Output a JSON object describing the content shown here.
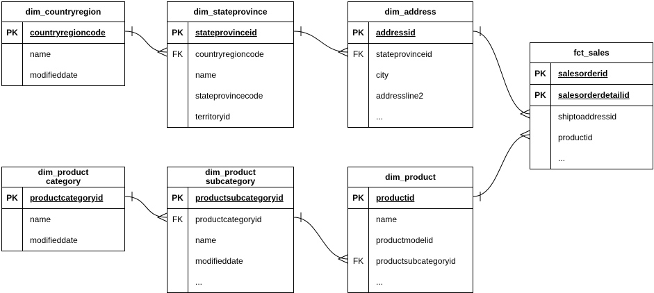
{
  "tables": [
    {
      "title": "dim_countryregion",
      "key_rows": [
        {
          "key": "PK",
          "field": "countryregioncode"
        }
      ],
      "rows": [
        {
          "key": "",
          "field": "name"
        },
        {
          "key": "",
          "field": "modifieddate"
        }
      ]
    },
    {
      "title": "dim_stateprovince",
      "key_rows": [
        {
          "key": "PK",
          "field": "stateprovinceid"
        }
      ],
      "rows": [
        {
          "key": "FK",
          "field": "countryregioncode"
        },
        {
          "key": "",
          "field": "name"
        },
        {
          "key": "",
          "field": "stateprovincecode"
        },
        {
          "key": "",
          "field": "territoryid"
        }
      ]
    },
    {
      "title": "dim_address",
      "key_rows": [
        {
          "key": "PK",
          "field": "addressid"
        }
      ],
      "rows": [
        {
          "key": "FK",
          "field": "stateprovinceid"
        },
        {
          "key": "",
          "field": "city"
        },
        {
          "key": "",
          "field": "addressline2"
        },
        {
          "key": "",
          "field": "..."
        }
      ]
    },
    {
      "title": "fct_sales",
      "key_rows": [
        {
          "key": "PK",
          "field": "salesorderid"
        },
        {
          "key": "PK",
          "field": "salesorderdetailid"
        }
      ],
      "rows": [
        {
          "key": "",
          "field": "shiptoaddressid"
        },
        {
          "key": "",
          "field": "productid"
        },
        {
          "key": "",
          "field": "..."
        }
      ]
    },
    {
      "title": "dim_product\ncategory",
      "key_rows": [
        {
          "key": "PK",
          "field": "productcategoryid"
        }
      ],
      "rows": [
        {
          "key": "",
          "field": "name"
        },
        {
          "key": "",
          "field": "modifieddate"
        }
      ]
    },
    {
      "title": "dim_product\nsubcategory",
      "key_rows": [
        {
          "key": "PK",
          "field": "productsubcategoryid"
        }
      ],
      "rows": [
        {
          "key": "FK",
          "field": "productcategoryid"
        },
        {
          "key": "",
          "field": "name"
        },
        {
          "key": "",
          "field": "modifieddate"
        },
        {
          "key": "",
          "field": "..."
        }
      ]
    },
    {
      "title": "dim_product",
      "key_rows": [
        {
          "key": "PK",
          "field": "productid"
        }
      ],
      "rows": [
        {
          "key": "",
          "field": "name"
        },
        {
          "key": "",
          "field": "productmodelid"
        },
        {
          "key": "FK",
          "field": "productsubcategoryid"
        },
        {
          "key": "",
          "field": "..."
        }
      ]
    }
  ],
  "connectors": [
    {
      "from_table": "dim_countryregion",
      "from_field": "countryregioncode",
      "to_table": "dim_stateprovince",
      "to_field": "countryregioncode",
      "cardinality": "one-to-many"
    },
    {
      "from_table": "dim_stateprovince",
      "from_field": "stateprovinceid",
      "to_table": "dim_address",
      "to_field": "stateprovinceid",
      "cardinality": "one-to-many"
    },
    {
      "from_table": "dim_address",
      "from_field": "addressid",
      "to_table": "fct_sales",
      "to_field": "shiptoaddressid",
      "cardinality": "one-to-many"
    },
    {
      "from_table": "dim_product",
      "from_field": "productid",
      "to_table": "fct_sales",
      "to_field": "productid",
      "cardinality": "one-to-many"
    },
    {
      "from_table": "dim_productcategory",
      "from_field": "productcategoryid",
      "to_table": "dim_productsubcategory",
      "to_field": "productcategoryid",
      "cardinality": "one-to-many"
    },
    {
      "from_table": "dim_productsubcategory",
      "from_field": "productsubcategoryid",
      "to_table": "dim_product",
      "to_field": "productsubcategoryid",
      "cardinality": "one-to-many"
    }
  ],
  "colors": {
    "background": "#ffffff",
    "border": "#000000",
    "text": "#000000"
  }
}
